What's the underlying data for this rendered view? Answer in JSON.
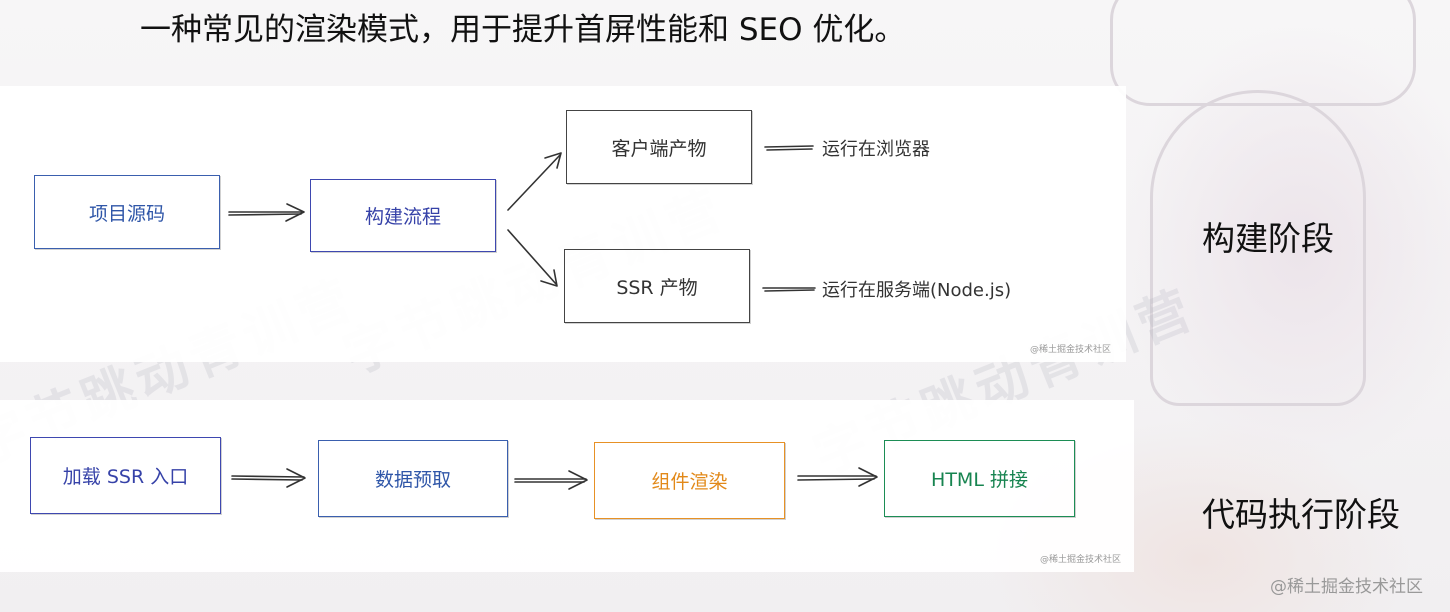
{
  "headline": "一种常见的渲染模式，用于提升首屏性能和 SEO 优化。",
  "watermark": "字节跳动青训营",
  "build_flow": {
    "nodes": {
      "source": "项目源码",
      "build": "构建流程",
      "client_artifact": "客户端产物",
      "ssr_artifact": "SSR 产物"
    },
    "notes": {
      "client_runtime": "运行在浏览器",
      "ssr_runtime": "运行在服务端(Node.js)"
    },
    "credit": "@稀土掘金技术社区"
  },
  "exec_flow": {
    "nodes": {
      "load_entry": "加载 SSR 入口",
      "prefetch": "数据预取",
      "render": "组件渲染",
      "html_concat": "HTML 拼接"
    },
    "credit": "@稀土掘金技术社区"
  },
  "stages": {
    "build": "构建阶段",
    "exec": "代码执行阶段"
  },
  "page_credit": "@稀土掘金技术社区",
  "colors": {
    "blue": "#3a5fae",
    "indigo": "#3e48b0",
    "orange": "#e79125",
    "green": "#1c8d55",
    "gray": "#444444"
  }
}
